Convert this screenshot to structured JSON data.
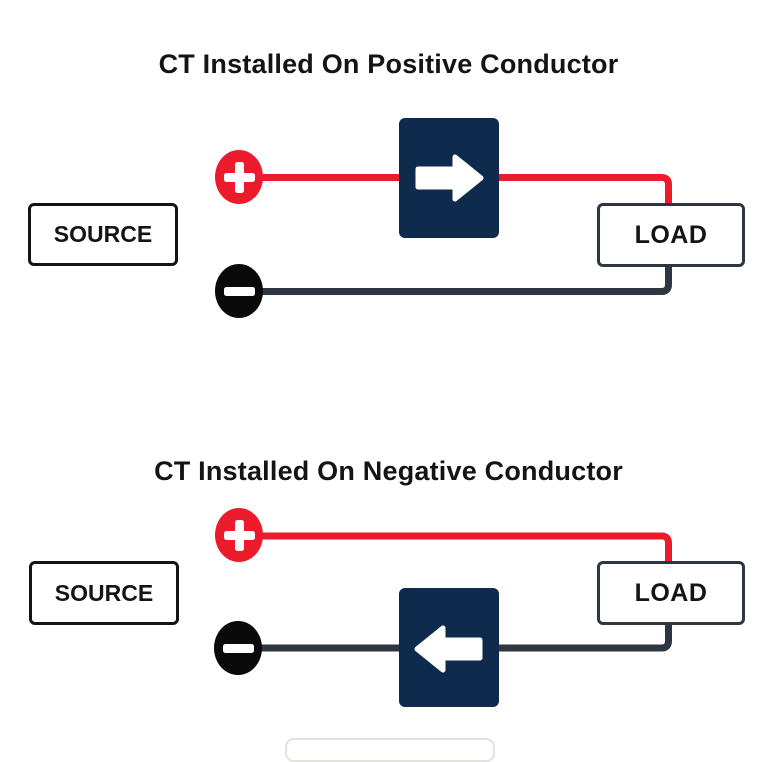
{
  "colors": {
    "red": "#EB1B2C",
    "navy": "#0E2A4D",
    "wire_dark": "#2E3642",
    "terminal_black": "#0A0A0A",
    "box_border_dark": "#2E3642",
    "source_border": "#141414",
    "text": "#141414",
    "arrow_white": "#FFFFFF",
    "faint_border": "#E4E2DE"
  },
  "diagrams": [
    {
      "id": "positive",
      "title": "CT Installed On Positive Conductor",
      "source_label": "SOURCE",
      "load_label": "LOAD",
      "positive_terminal": "+",
      "negative_terminal": "−",
      "ct_arrow_direction": "right",
      "ct_installed_on": "positive conductor"
    },
    {
      "id": "negative",
      "title": "CT Installed On Negative Conductor",
      "source_label": "SOURCE",
      "load_label": "LOAD",
      "positive_terminal": "+",
      "negative_terminal": "−",
      "ct_arrow_direction": "left",
      "ct_installed_on": "negative conductor"
    }
  ]
}
